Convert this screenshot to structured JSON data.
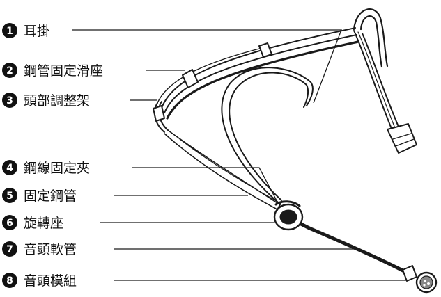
{
  "labels": [
    {
      "num": "1",
      "text": "耳掛"
    },
    {
      "num": "2",
      "text": "鋼管固定滑座"
    },
    {
      "num": "3",
      "text": "頭部調整架"
    },
    {
      "num": "4",
      "text": "鋼線固定夾"
    },
    {
      "num": "5",
      "text": "固定鋼管"
    },
    {
      "num": "6",
      "text": "旋轉座"
    },
    {
      "num": "7",
      "text": "音頭軟管"
    },
    {
      "num": "8",
      "text": "音頭模組"
    }
  ]
}
